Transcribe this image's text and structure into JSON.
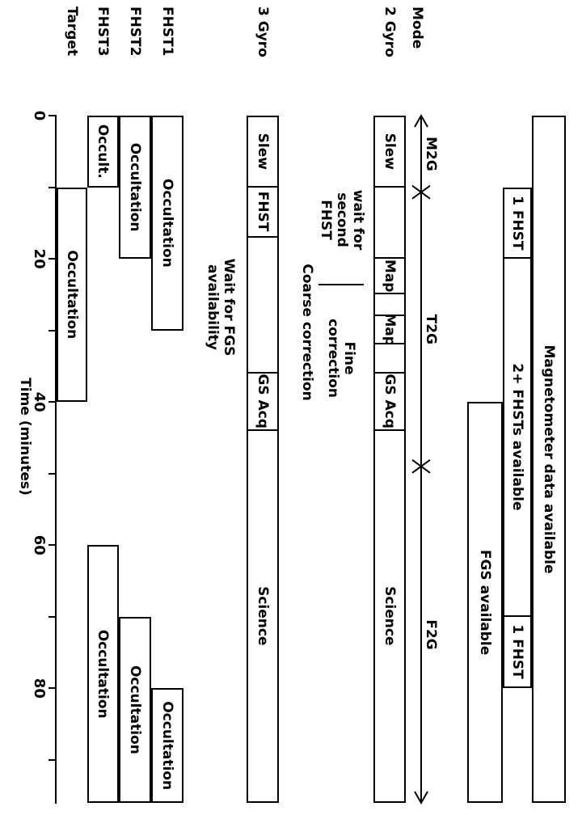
{
  "colors": {
    "ink": "#000000",
    "background": "#ffffff"
  },
  "chart_data": {
    "type": "bar",
    "subtype": "gantt-timeline",
    "title": "",
    "xlabel": "Time (minutes)",
    "xlim": [
      0,
      96
    ],
    "x_major_ticks": [
      0,
      20,
      40,
      60,
      80
    ],
    "x_major_tick_labels": [
      "0",
      "20",
      "40",
      "60",
      "80"
    ],
    "x_minor_ticks": [
      10,
      30,
      50,
      70,
      90
    ],
    "grid": false,
    "units": "minutes",
    "mode_arrow": {
      "row_label": "Mode",
      "segments": [
        {
          "label": "M2G",
          "start": 0,
          "end": 10.7
        },
        {
          "label": "T2G",
          "start": 10.7,
          "end": 49
        },
        {
          "label": "F2G",
          "start": 49,
          "end": 96
        }
      ]
    },
    "rows": [
      {
        "id": "magnetometer",
        "label": "",
        "bars": [
          {
            "label": "Magnetometer data available",
            "start": 0,
            "end": 96
          }
        ]
      },
      {
        "id": "fhst-availability",
        "label": "",
        "bars": [
          {
            "label": "1 FHST",
            "start": 10,
            "end": 20
          },
          {
            "label": "2+ FHSTs available",
            "start": 20,
            "end": 70
          },
          {
            "label": "1 FHST",
            "start": 70,
            "end": 80
          }
        ]
      },
      {
        "id": "fgs-availability",
        "label": "",
        "bars": [
          {
            "label": "FGS available",
            "start": 40,
            "end": 96
          }
        ]
      },
      {
        "id": "2-gyro",
        "label": "2 Gyro",
        "bars": [
          {
            "label": "Slew",
            "start": 0,
            "end": 10
          },
          {
            "label": "",
            "start": 10,
            "end": 20
          },
          {
            "label": "Map",
            "start": 20,
            "end": 25
          },
          {
            "label": "",
            "start": 25,
            "end": 28
          },
          {
            "label": "Map",
            "start": 28,
            "end": 32
          },
          {
            "label": "",
            "start": 32,
            "end": 36
          },
          {
            "label": "GS Acq",
            "start": 36,
            "end": 44
          },
          {
            "label": "Science",
            "start": 44,
            "end": 96
          }
        ]
      },
      {
        "id": "3-gyro",
        "label": "3 Gyro",
        "bars": [
          {
            "label": "Slew",
            "start": 0,
            "end": 10
          },
          {
            "label": "FHST",
            "start": 10,
            "end": 17
          },
          {
            "label": "",
            "start": 17,
            "end": 36
          },
          {
            "label": "GS Acq",
            "start": 36,
            "end": 44
          },
          {
            "label": "Science",
            "start": 44,
            "end": 96
          }
        ]
      },
      {
        "id": "fhst1",
        "label": "FHST1",
        "bars": [
          {
            "label": "Occultation",
            "start": 0,
            "end": 30
          },
          {
            "label": "Occultation",
            "start": 80,
            "end": 96
          }
        ]
      },
      {
        "id": "fhst2",
        "label": "FHST2",
        "bars": [
          {
            "label": "Occultation",
            "start": 0,
            "end": 20
          },
          {
            "label": "Occultation",
            "start": 70,
            "end": 96
          }
        ]
      },
      {
        "id": "fhst3",
        "label": "FHST3",
        "bars": [
          {
            "label": "Occult.",
            "start": 0,
            "end": 10
          },
          {
            "label": "Occultation",
            "start": 60,
            "end": 96
          }
        ]
      },
      {
        "id": "target",
        "label": "Target",
        "bars": [
          {
            "label": "Occultation",
            "start": 10,
            "end": 40
          }
        ]
      }
    ],
    "annotations": [
      {
        "id": "wait-second-fhst",
        "lines": [
          "wait for",
          "second",
          "FHST"
        ],
        "target_row": "2-gyro"
      },
      {
        "id": "coarse-correction",
        "lines": [
          "Coarse correction"
        ],
        "target_row": "2-gyro",
        "leader": true
      },
      {
        "id": "fine-correction",
        "lines": [
          "Fine",
          "correction"
        ],
        "target_row": "2-gyro"
      },
      {
        "id": "wait-fgs",
        "lines": [
          "Wait for FGS",
          "availability"
        ],
        "target_row": "3-gyro"
      }
    ]
  }
}
